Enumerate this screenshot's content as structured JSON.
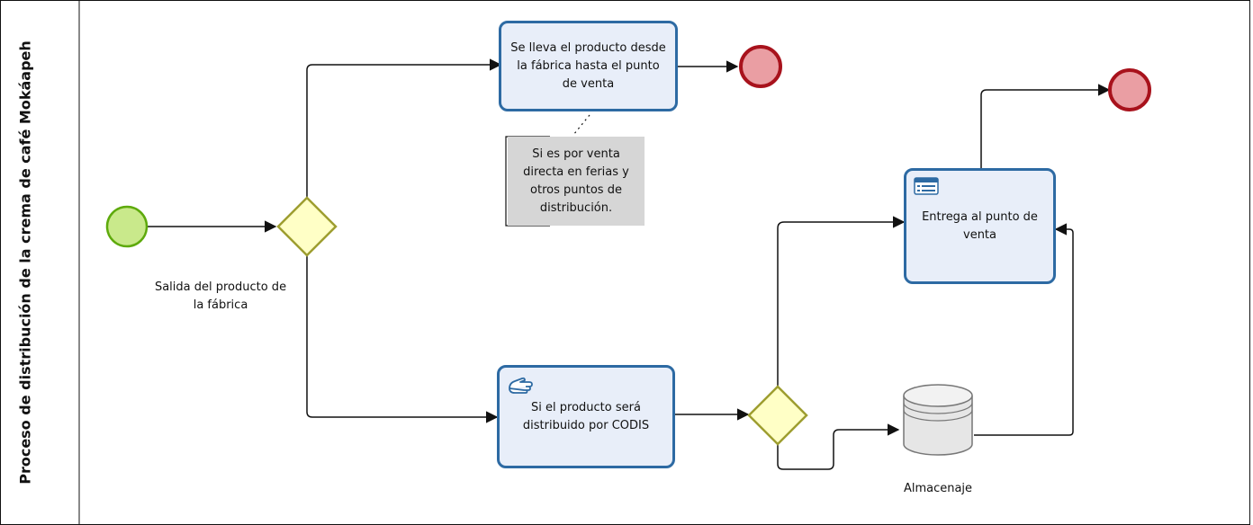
{
  "lane": {
    "title": "Proceso de distribución de la crema de café Mokáapeh"
  },
  "events": {
    "start": {
      "label": "Salida del producto de la fábrica"
    },
    "end_top": {
      "label": ""
    },
    "end_right": {
      "label": ""
    }
  },
  "tasks": {
    "transport": {
      "label": "Se lleva el producto desde la fábrica hasta el punto de venta"
    },
    "codis": {
      "label": "Si el producto será distribuido por CODIS",
      "icon": "hand-manual-icon"
    },
    "delivery": {
      "label": "Entrega al punto de venta",
      "icon": "service-table-icon"
    }
  },
  "annotation": {
    "text": "Si es por venta directa en ferias y otros puntos de distribución."
  },
  "datastore": {
    "label": "Almacenaje"
  },
  "colors": {
    "start_fill": "#c9e98b",
    "start_stroke": "#5eaa0c",
    "end_fill": "#ea9ea3",
    "end_stroke": "#a8121c",
    "gateway_fill": "#ffffc6",
    "gateway_stroke": "#9e9e30",
    "task_fill": "#e8eef9",
    "task_stroke": "#2d6aa3",
    "note_fill": "#d6d6d6",
    "flow": "#111111"
  }
}
